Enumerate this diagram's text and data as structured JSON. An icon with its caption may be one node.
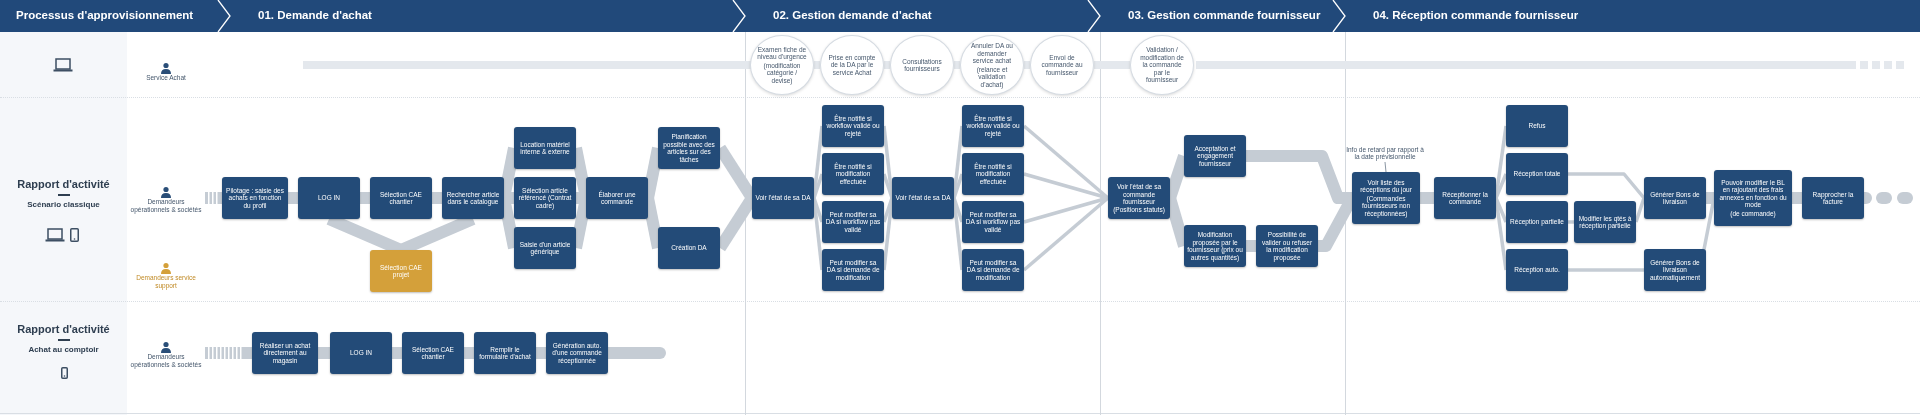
{
  "diagram": {
    "nodes": [
      {
        "text": [
          "Processus d'approvisionnement"
        ]
      },
      {
        "text": [
          "01. Demande d'achat"
        ]
      },
      {
        "text": [
          "02. Gestion demande d'achat"
        ]
      },
      {
        "text": [
          "03. Gestion commande fournisseur"
        ]
      },
      {
        "text": [
          "04. Réception commande fournisseur"
        ]
      },
      {
        "text": [
          "Examen fiche de niveau d'urgence",
          "(modification catégorie / devise)"
        ]
      },
      {
        "text": [
          "Prise en compte de la DA par le service Achat"
        ]
      },
      {
        "text": [
          "Consultations fournisseurs"
        ]
      },
      {
        "text": [
          "Annuler DA ou demander service achat",
          "(relance et validation d'achat)"
        ]
      },
      {
        "text": [
          "Envoi de commande au fournisseur"
        ]
      },
      {
        "text": [
          "Validation / modification de la commande par le fournisseur"
        ]
      },
      {
        "text": [
          "Pilotage : saisie des achats en fonction du profil"
        ]
      },
      {
        "text": [
          "LOG IN"
        ]
      },
      {
        "text": [
          "Sélection CAE chantier"
        ]
      },
      {
        "text": [
          "Sélection CAE projet"
        ]
      },
      {
        "text": [
          "Rechercher article dans le catalogue"
        ]
      },
      {
        "text": [
          "Location matériel interne & externe"
        ]
      },
      {
        "text": [
          "Sélection article référencé (Contrat cadre)"
        ]
      },
      {
        "text": [
          "Saisie d'un article générique"
        ]
      },
      {
        "text": [
          "Élaborer une commande"
        ]
      },
      {
        "text": [
          "Planification possible avec des articles sur des tâches"
        ]
      },
      {
        "text": [
          "Création DA"
        ]
      },
      {
        "text": [
          "Voir l'état de sa DA"
        ]
      },
      {
        "text": [
          "Être notifié si workflow validé ou rejeté"
        ]
      },
      {
        "text": [
          "Être notifié si modification effectuée"
        ]
      },
      {
        "text": [
          "Peut modifier sa DA si workflow pas validé"
        ]
      },
      {
        "text": [
          "Peut modifier sa DA si demande de modification"
        ]
      },
      {
        "text": [
          "Voir l'état de sa DA"
        ]
      },
      {
        "text": [
          "Être notifié si workflow validé ou rejeté"
        ]
      },
      {
        "text": [
          "Être notifié si modification effectuée"
        ]
      },
      {
        "text": [
          "Peut modifier sa DA si workflow pas validé"
        ]
      },
      {
        "text": [
          "Peut modifier sa DA si demande de modification"
        ]
      },
      {
        "text": [
          "Voir l'état de sa commande fournisseur (Positions statuts)"
        ]
      },
      {
        "text": [
          "Acceptation et engagement fournisseur"
        ]
      },
      {
        "text": [
          "Modification proposée par le fournisseur (prix ou autres quantités)"
        ]
      },
      {
        "text": [
          "Possibilité de valider ou refuser la modification proposée"
        ]
      },
      {
        "text": [
          "Info de retard par rapport à la date prévisionnelle"
        ]
      },
      {
        "text": [
          "Voir liste des réceptions du jour",
          "(Commandes fournisseurs non réceptionnées)"
        ]
      },
      {
        "text": [
          "Réceptionner la commande"
        ]
      },
      {
        "text": [
          "Refus"
        ]
      },
      {
        "text": [
          "Réception totale"
        ]
      },
      {
        "text": [
          "Réception partielle"
        ]
      },
      {
        "text": [
          "Réception auto."
        ]
      },
      {
        "text": [
          "Modifier les qtés à réception partielle"
        ]
      },
      {
        "text": [
          "Générer Bons de livraison"
        ]
      },
      {
        "text": [
          "Générer Bons de livraison automatiquement"
        ]
      },
      {
        "text": [
          "Pouvoir modifier le BL en rajoutant des frais annexes en fonction du mode",
          "(de commande)"
        ]
      },
      {
        "text": [
          "Rapprocher la facture"
        ]
      },
      {
        "text": [
          "Réaliser un achat directement au magasin"
        ]
      },
      {
        "text": [
          "LOG IN"
        ]
      },
      {
        "text": [
          "Sélection CAE chantier"
        ]
      },
      {
        "text": [
          "Remplir le formulaire d'achat"
        ]
      },
      {
        "text": [
          "Génération auto. d'une commande réceptionnée"
        ]
      }
    ],
    "edges": [
      {
        "from": 5,
        "to": 6,
        "arrow": "none",
        "color": "#e4e8ed"
      },
      {
        "from": 6,
        "to": 7,
        "arrow": "none",
        "color": "#e4e8ed"
      },
      {
        "from": 7,
        "to": 8,
        "arrow": "none",
        "color": "#e4e8ed"
      },
      {
        "from": 8,
        "to": 9,
        "arrow": "none",
        "color": "#e4e8ed"
      },
      {
        "from": 9,
        "to": 10,
        "arrow": "none",
        "color": "#e4e8ed"
      },
      {
        "from": 11,
        "to": 12,
        "arrow": "none"
      },
      {
        "from": 12,
        "to": 13,
        "arrow": "none"
      },
      {
        "from": 13,
        "to": 15,
        "arrow": "none"
      },
      {
        "from": 12,
        "to": 14,
        "arrow": "none"
      },
      {
        "from": 14,
        "to": 15,
        "arrow": "none"
      },
      {
        "from": 15,
        "to": 16,
        "arrow": "none"
      },
      {
        "from": 15,
        "to": 17,
        "arrow": "none"
      },
      {
        "from": 15,
        "to": 18,
        "arrow": "none"
      },
      {
        "from": 16,
        "to": 19,
        "arrow": "none"
      },
      {
        "from": 17,
        "to": 19,
        "arrow": "none"
      },
      {
        "from": 18,
        "to": 19,
        "arrow": "none"
      },
      {
        "from": 19,
        "to": 20,
        "arrow": "none"
      },
      {
        "from": 19,
        "to": 21,
        "arrow": "none"
      },
      {
        "from": 20,
        "to": 22,
        "arrow": "none"
      },
      {
        "from": 21,
        "to": 22,
        "arrow": "none"
      },
      {
        "from": 22,
        "to": 23,
        "arrow": "none"
      },
      {
        "from": 22,
        "to": 24,
        "arrow": "none"
      },
      {
        "from": 22,
        "to": 25,
        "arrow": "none"
      },
      {
        "from": 22,
        "to": 26,
        "arrow": "none"
      },
      {
        "from": 23,
        "to": 27,
        "arrow": "none"
      },
      {
        "from": 24,
        "to": 27,
        "arrow": "none"
      },
      {
        "from": 25,
        "to": 27,
        "arrow": "none"
      },
      {
        "from": 26,
        "to": 27,
        "arrow": "none"
      },
      {
        "from": 27,
        "to": 28,
        "arrow": "none"
      },
      {
        "from": 27,
        "to": 29,
        "arrow": "none"
      },
      {
        "from": 27,
        "to": 30,
        "arrow": "none"
      },
      {
        "from": 27,
        "to": 31,
        "arrow": "none"
      },
      {
        "from": 28,
        "to": 32,
        "arrow": "none"
      },
      {
        "from": 29,
        "to": 32,
        "arrow": "none"
      },
      {
        "from": 30,
        "to": 32,
        "arrow": "none"
      },
      {
        "from": 31,
        "to": 32,
        "arrow": "none"
      },
      {
        "from": 32,
        "to": 33,
        "arrow": "none"
      },
      {
        "from": 32,
        "to": 34,
        "arrow": "none"
      },
      {
        "from": 34,
        "to": 35,
        "arrow": "none"
      },
      {
        "from": 33,
        "to": 37,
        "arrow": "none"
      },
      {
        "from": 35,
        "to": 37,
        "arrow": "none"
      },
      {
        "from": 36,
        "to": 37,
        "arrow": "none",
        "color": "#8a96a3"
      },
      {
        "from": 37,
        "to": 38,
        "arrow": "none"
      },
      {
        "from": 38,
        "to": 39,
        "arrow": "none"
      },
      {
        "from": 38,
        "to": 40,
        "arrow": "none"
      },
      {
        "from": 38,
        "to": 41,
        "arrow": "none"
      },
      {
        "from": 38,
        "to": 42,
        "arrow": "none"
      },
      {
        "from": 40,
        "to": 44,
        "arrow": "none"
      },
      {
        "from": 41,
        "to": 43,
        "arrow": "none"
      },
      {
        "from": 43,
        "to": 44,
        "arrow": "none"
      },
      {
        "from": 42,
        "to": 45,
        "arrow": "none"
      },
      {
        "from": 44,
        "to": 46,
        "arrow": "none"
      },
      {
        "from": 45,
        "to": 46,
        "arrow": "none"
      },
      {
        "from": 46,
        "to": 47,
        "arrow": "none"
      },
      {
        "from": 48,
        "to": 49,
        "arrow": "none"
      },
      {
        "from": 49,
        "to": 50,
        "arrow": "none"
      },
      {
        "from": 50,
        "to": 51,
        "arrow": "none"
      },
      {
        "from": 51,
        "to": 52,
        "arrow": "none"
      }
    ],
    "labels": [
      "Service Achat",
      "Rapport d'activité",
      "Scénario classique",
      "Demandeurs opérationnels & sociétés",
      "Demandeurs service support",
      "Rapport d'activité",
      "Achat au comptoir",
      "Demandeurs opérationnels & sociétés"
    ]
  }
}
